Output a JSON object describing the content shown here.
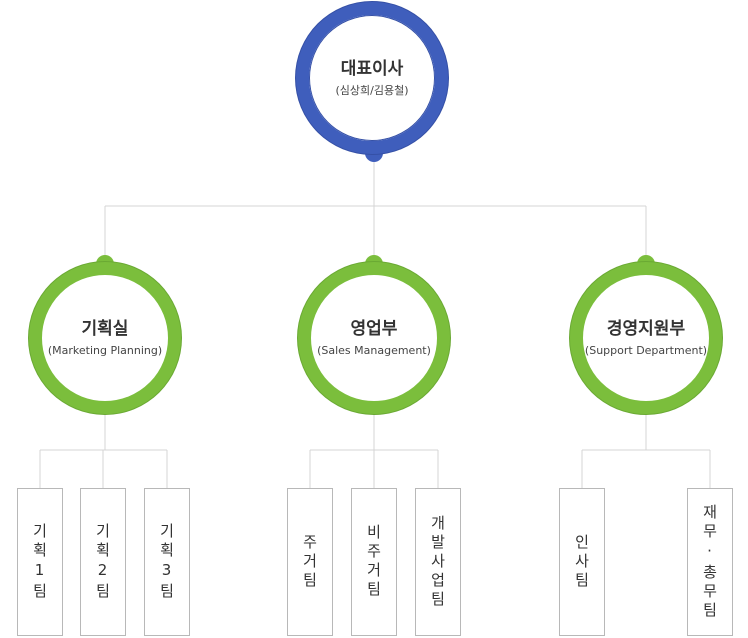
{
  "ceo": {
    "title": "대표이사",
    "subtitle": "(심상희/김용철)"
  },
  "departments": [
    {
      "title": "기획실",
      "subtitle": "(Marketing Planning)",
      "teams": [
        "기획1팀",
        "기획2팀",
        "기획3팀"
      ]
    },
    {
      "title": "영업부",
      "subtitle": "(Sales Management)",
      "teams": [
        "주거팀",
        "비주거팀",
        "개발사업팀"
      ]
    },
    {
      "title": "경영지원부",
      "subtitle": "(Support Department)",
      "teams": [
        "인사팀",
        "재무·총무팀"
      ]
    }
  ],
  "colors": {
    "ceo_ring": "#3f5ebc",
    "dept_ring": "#7bbe3c",
    "connector": "#d4d4d4",
    "team_border": "#b8b8b8"
  }
}
